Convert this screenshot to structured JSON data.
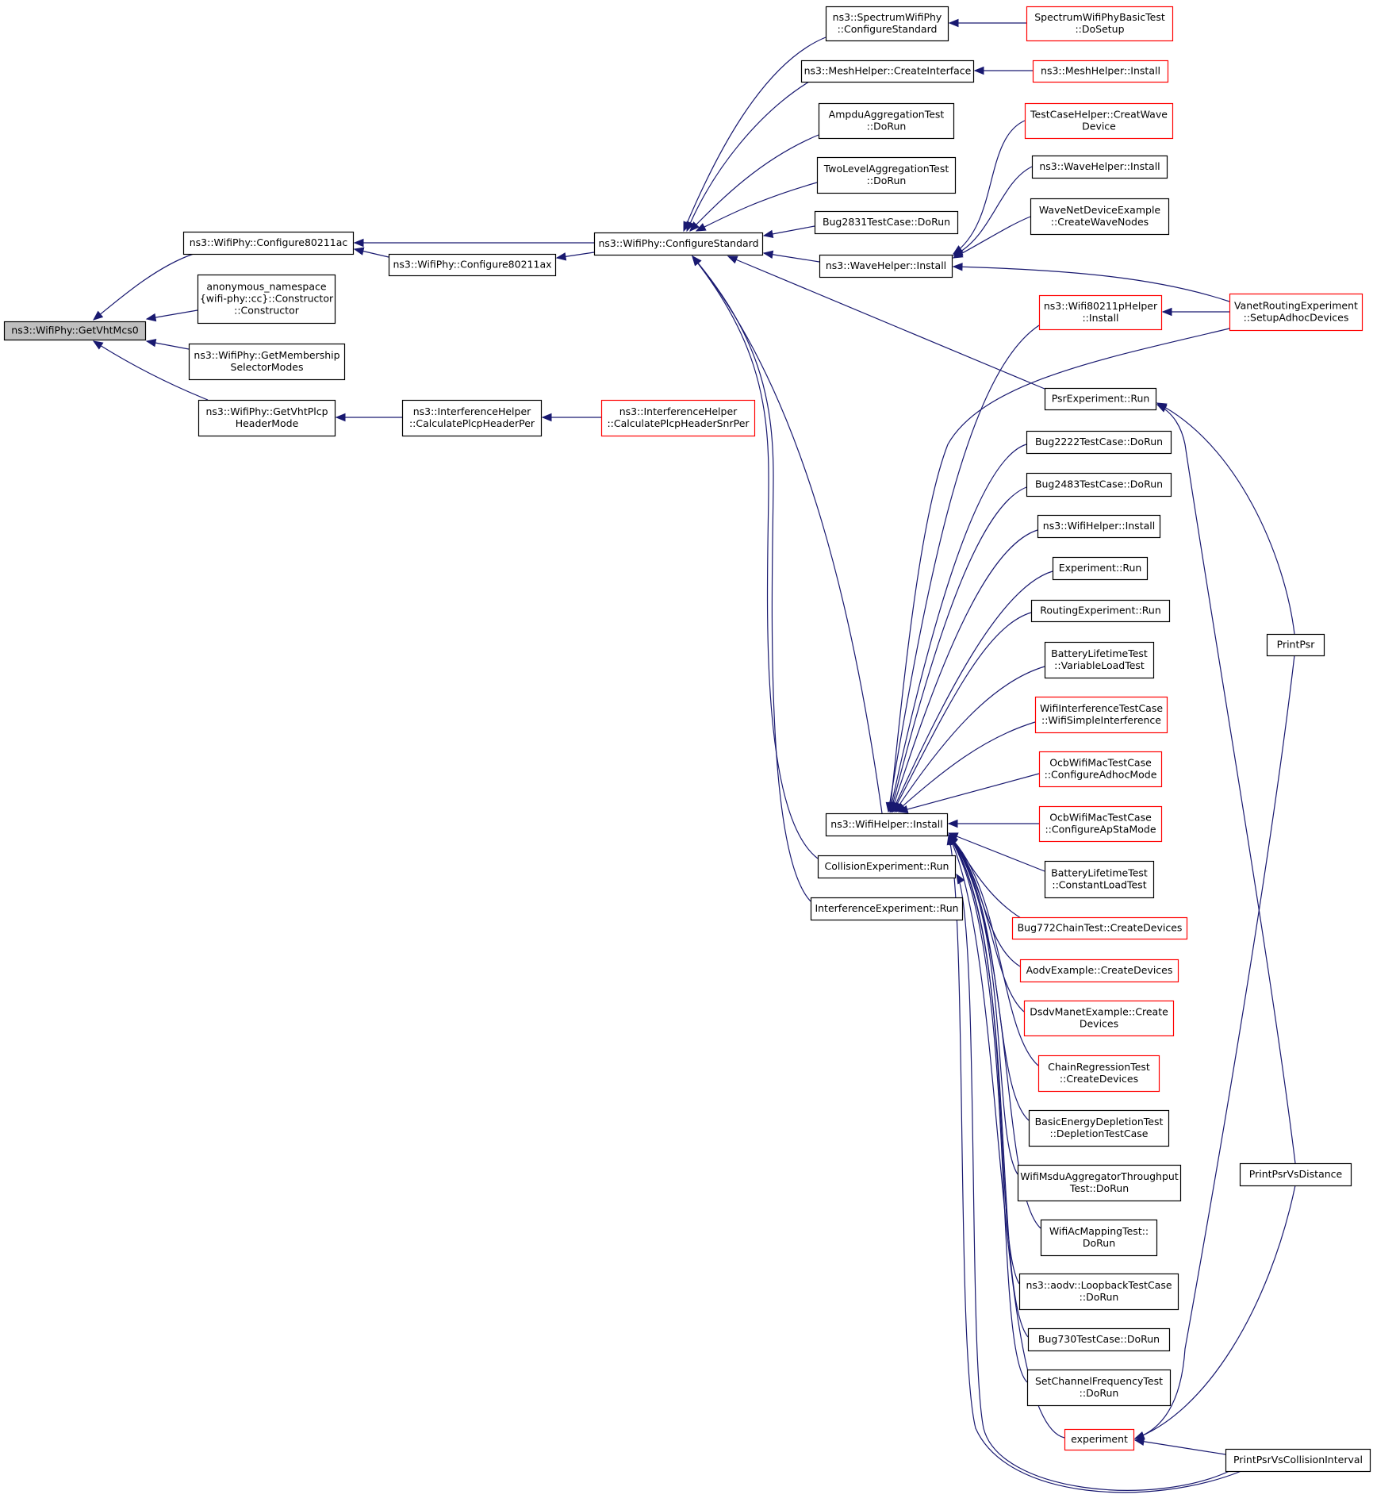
{
  "graph": {
    "title": "",
    "colors": {
      "edge": "#191970",
      "node_border": "#000000",
      "truncated_border": "#ff0000",
      "focus_fill": "#bfbfbf",
      "fill": "#ffffff"
    },
    "nodes": [
      {
        "id": "GetVhtMcs0",
        "lines": [
          "ns3::WifiPhy::GetVhtMcs0"
        ],
        "style": "focus"
      },
      {
        "id": "Configure80211ac",
        "lines": [
          "ns3::WifiPhy::Configure80211ac"
        ],
        "style": "normal"
      },
      {
        "id": "AnonConstructor",
        "lines": [
          "anonymous_namespace",
          "{wifi-phy::cc}::Constructor",
          "::Constructor"
        ],
        "style": "normal"
      },
      {
        "id": "GetMembership",
        "lines": [
          "ns3::WifiPhy::GetMembership",
          "SelectorModes"
        ],
        "style": "normal"
      },
      {
        "id": "GetVhtPlcp",
        "lines": [
          "ns3::WifiPhy::GetVhtPlcp",
          "HeaderMode"
        ],
        "style": "normal"
      },
      {
        "id": "Configure80211ax",
        "lines": [
          "ns3::WifiPhy::Configure80211ax"
        ],
        "style": "normal"
      },
      {
        "id": "CalcPlcpHeaderPer",
        "lines": [
          "ns3::InterferenceHelper",
          "::CalculatePlcpHeaderPer"
        ],
        "style": "normal"
      },
      {
        "id": "CalcPlcpHeaderSnrPer",
        "lines": [
          "ns3::InterferenceHelper",
          "::CalculatePlcpHeaderSnrPer"
        ],
        "style": "truncated"
      },
      {
        "id": "ConfigureStandard",
        "lines": [
          "ns3::WifiPhy::ConfigureStandard"
        ],
        "style": "normal"
      },
      {
        "id": "SpectrumConfigureStandard",
        "lines": [
          "ns3::SpectrumWifiPhy",
          "::ConfigureStandard"
        ],
        "style": "normal"
      },
      {
        "id": "SpectrumBasicTest",
        "lines": [
          "SpectrumWifiPhyBasicTest",
          "::DoSetup"
        ],
        "style": "truncated"
      },
      {
        "id": "MeshCreateInterface",
        "lines": [
          "ns3::MeshHelper::CreateInterface"
        ],
        "style": "normal"
      },
      {
        "id": "MeshInstall",
        "lines": [
          "ns3::MeshHelper::Install"
        ],
        "style": "truncated"
      },
      {
        "id": "AmpduAggTest",
        "lines": [
          "AmpduAggregationTest",
          "::DoRun"
        ],
        "style": "normal"
      },
      {
        "id": "TwoLevelAggTest",
        "lines": [
          "TwoLevelAggregationTest",
          "::DoRun"
        ],
        "style": "normal"
      },
      {
        "id": "Bug2831",
        "lines": [
          "Bug2831TestCase::DoRun"
        ],
        "style": "normal"
      },
      {
        "id": "WaveInstallMid",
        "lines": [
          "ns3::WaveHelper::Install"
        ],
        "style": "normal"
      },
      {
        "id": "TestCaseCreatWave",
        "lines": [
          "TestCaseHelper::CreatWave",
          "Device"
        ],
        "style": "truncated"
      },
      {
        "id": "WaveInstallRight",
        "lines": [
          "ns3::WaveHelper::Install"
        ],
        "style": "normal"
      },
      {
        "id": "WaveNetDeviceExample",
        "lines": [
          "WaveNetDeviceExample",
          "::CreateWaveNodes"
        ],
        "style": "normal"
      },
      {
        "id": "Wifi80211pInstall",
        "lines": [
          "ns3::Wifi80211pHelper",
          "::Install"
        ],
        "style": "truncated"
      },
      {
        "id": "VanetSetup",
        "lines": [
          "VanetRoutingExperiment",
          "::SetupAdhocDevices"
        ],
        "style": "truncated"
      },
      {
        "id": "PsrRun",
        "lines": [
          "PsrExperiment::Run"
        ],
        "style": "normal"
      },
      {
        "id": "Bug2222",
        "lines": [
          "Bug2222TestCase::DoRun"
        ],
        "style": "normal"
      },
      {
        "id": "Bug2483",
        "lines": [
          "Bug2483TestCase::DoRun"
        ],
        "style": "normal"
      },
      {
        "id": "WifiHelperInstallRight",
        "lines": [
          "ns3::WifiHelper::Install"
        ],
        "style": "normal"
      },
      {
        "id": "ExperimentRun",
        "lines": [
          "Experiment::Run"
        ],
        "style": "normal"
      },
      {
        "id": "RoutingExpRun",
        "lines": [
          "RoutingExperiment::Run"
        ],
        "style": "normal"
      },
      {
        "id": "BatteryVariable",
        "lines": [
          "BatteryLifetimeTest",
          "::VariableLoadTest"
        ],
        "style": "normal"
      },
      {
        "id": "WifiInterference",
        "lines": [
          "WifiInterferenceTestCase",
          "::WifiSimpleInterference"
        ],
        "style": "truncated"
      },
      {
        "id": "OcbAdhoc",
        "lines": [
          "OcbWifiMacTestCase",
          "::ConfigureAdhocMode"
        ],
        "style": "truncated"
      },
      {
        "id": "OcbApSta",
        "lines": [
          "OcbWifiMacTestCase",
          "::ConfigureApStaMode"
        ],
        "style": "truncated"
      },
      {
        "id": "WifiHelperInstallMid",
        "lines": [
          "ns3::WifiHelper::Install"
        ],
        "style": "normal"
      },
      {
        "id": "BatteryConstant",
        "lines": [
          "BatteryLifetimeTest",
          "::ConstantLoadTest"
        ],
        "style": "normal"
      },
      {
        "id": "CollisionRun",
        "lines": [
          "CollisionExperiment::Run"
        ],
        "style": "normal"
      },
      {
        "id": "Bug772",
        "lines": [
          "Bug772ChainTest::CreateDevices"
        ],
        "style": "truncated"
      },
      {
        "id": "InterferenceRun",
        "lines": [
          "InterferenceExperiment::Run"
        ],
        "style": "normal"
      },
      {
        "id": "AodvExample",
        "lines": [
          "AodvExample::CreateDevices"
        ],
        "style": "truncated"
      },
      {
        "id": "DsdvManet",
        "lines": [
          "DsdvManetExample::Create",
          "Devices"
        ],
        "style": "truncated"
      },
      {
        "id": "ChainRegression",
        "lines": [
          "ChainRegressionTest",
          "::CreateDevices"
        ],
        "style": "truncated"
      },
      {
        "id": "BasicEnergy",
        "lines": [
          "BasicEnergyDepletionTest",
          "::DepletionTestCase"
        ],
        "style": "normal"
      },
      {
        "id": "WifiMsdu",
        "lines": [
          "WifiMsduAggregatorThroughput",
          "Test::DoRun"
        ],
        "style": "normal"
      },
      {
        "id": "WifiAcMapping",
        "lines": [
          "WifiAcMappingTest::",
          "DoRun"
        ],
        "style": "normal"
      },
      {
        "id": "AodvLoopback",
        "lines": [
          "ns3::aodv::LoopbackTestCase",
          "::DoRun"
        ],
        "style": "normal"
      },
      {
        "id": "Bug730",
        "lines": [
          "Bug730TestCase::DoRun"
        ],
        "style": "normal"
      },
      {
        "id": "SetChannelFreq",
        "lines": [
          "SetChannelFrequencyTest",
          "::DoRun"
        ],
        "style": "normal"
      },
      {
        "id": "experiment",
        "lines": [
          "experiment"
        ],
        "style": "truncated"
      },
      {
        "id": "PrintPsr",
        "lines": [
          "PrintPsr"
        ],
        "style": "normal"
      },
      {
        "id": "PrintPsrVsDistance",
        "lines": [
          "PrintPsrVsDistance"
        ],
        "style": "normal"
      },
      {
        "id": "PrintPsrVsCollision",
        "lines": [
          "PrintPsrVsCollisionInterval"
        ],
        "style": "normal"
      }
    ],
    "edges": [
      {
        "from": "Configure80211ac",
        "to": "GetVhtMcs0"
      },
      {
        "from": "AnonConstructor",
        "to": "GetVhtMcs0"
      },
      {
        "from": "GetMembership",
        "to": "GetVhtMcs0"
      },
      {
        "from": "GetVhtPlcp",
        "to": "GetVhtMcs0"
      },
      {
        "from": "Configure80211ax",
        "to": "Configure80211ac"
      },
      {
        "from": "ConfigureStandard",
        "to": "Configure80211ac"
      },
      {
        "from": "ConfigureStandard",
        "to": "Configure80211ax"
      },
      {
        "from": "CalcPlcpHeaderPer",
        "to": "GetVhtPlcp"
      },
      {
        "from": "CalcPlcpHeaderSnrPer",
        "to": "CalcPlcpHeaderPer"
      },
      {
        "from": "SpectrumConfigureStandard",
        "to": "ConfigureStandard"
      },
      {
        "from": "MeshCreateInterface",
        "to": "ConfigureStandard"
      },
      {
        "from": "AmpduAggTest",
        "to": "ConfigureStandard"
      },
      {
        "from": "TwoLevelAggTest",
        "to": "ConfigureStandard"
      },
      {
        "from": "Bug2831",
        "to": "ConfigureStandard"
      },
      {
        "from": "WaveInstallMid",
        "to": "ConfigureStandard"
      },
      {
        "from": "PsrRun",
        "to": "ConfigureStandard"
      },
      {
        "from": "WifiHelperInstallMid",
        "to": "ConfigureStandard"
      },
      {
        "from": "CollisionRun",
        "to": "ConfigureStandard"
      },
      {
        "from": "InterferenceRun",
        "to": "ConfigureStandard"
      },
      {
        "from": "SpectrumBasicTest",
        "to": "SpectrumConfigureStandard"
      },
      {
        "from": "MeshInstall",
        "to": "MeshCreateInterface"
      },
      {
        "from": "TestCaseCreatWave",
        "to": "WaveInstallMid"
      },
      {
        "from": "WaveInstallRight",
        "to": "WaveInstallMid"
      },
      {
        "from": "WaveNetDeviceExample",
        "to": "WaveInstallMid"
      },
      {
        "from": "VanetSetup",
        "to": "WaveInstallMid"
      },
      {
        "from": "VanetSetup",
        "to": "Wifi80211pInstall"
      },
      {
        "from": "PrintPsr",
        "to": "PsrRun"
      },
      {
        "from": "PrintPsrVsDistance",
        "to": "PsrRun"
      },
      {
        "from": "Wifi80211pInstall",
        "to": "WifiHelperInstallMid"
      },
      {
        "from": "VanetSetup",
        "to": "WifiHelperInstallMid"
      },
      {
        "from": "Bug2222",
        "to": "WifiHelperInstallMid"
      },
      {
        "from": "Bug2483",
        "to": "WifiHelperInstallMid"
      },
      {
        "from": "WifiHelperInstallRight",
        "to": "WifiHelperInstallMid"
      },
      {
        "from": "ExperimentRun",
        "to": "WifiHelperInstallMid"
      },
      {
        "from": "RoutingExpRun",
        "to": "WifiHelperInstallMid"
      },
      {
        "from": "BatteryVariable",
        "to": "WifiHelperInstallMid"
      },
      {
        "from": "WifiInterference",
        "to": "WifiHelperInstallMid"
      },
      {
        "from": "OcbAdhoc",
        "to": "WifiHelperInstallMid"
      },
      {
        "from": "OcbApSta",
        "to": "WifiHelperInstallMid"
      },
      {
        "from": "BatteryConstant",
        "to": "WifiHelperInstallMid"
      },
      {
        "from": "Bug772",
        "to": "WifiHelperInstallMid"
      },
      {
        "from": "AodvExample",
        "to": "WifiHelperInstallMid"
      },
      {
        "from": "DsdvManet",
        "to": "WifiHelperInstallMid"
      },
      {
        "from": "ChainRegression",
        "to": "WifiHelperInstallMid"
      },
      {
        "from": "BasicEnergy",
        "to": "WifiHelperInstallMid"
      },
      {
        "from": "WifiMsdu",
        "to": "WifiHelperInstallMid"
      },
      {
        "from": "WifiAcMapping",
        "to": "WifiHelperInstallMid"
      },
      {
        "from": "AodvLoopback",
        "to": "WifiHelperInstallMid"
      },
      {
        "from": "Bug730",
        "to": "WifiHelperInstallMid"
      },
      {
        "from": "SetChannelFreq",
        "to": "WifiHelperInstallMid"
      },
      {
        "from": "experiment",
        "to": "WifiHelperInstallMid"
      },
      {
        "from": "PrintPsrVsCollision",
        "to": "WifiHelperInstallMid"
      },
      {
        "from": "PrintPsrVsCollision",
        "to": "CollisionRun"
      },
      {
        "from": "PrintPsr",
        "to": "experiment"
      },
      {
        "from": "PrintPsrVsDistance",
        "to": "experiment"
      },
      {
        "from": "PrintPsrVsCollision",
        "to": "experiment"
      }
    ]
  }
}
